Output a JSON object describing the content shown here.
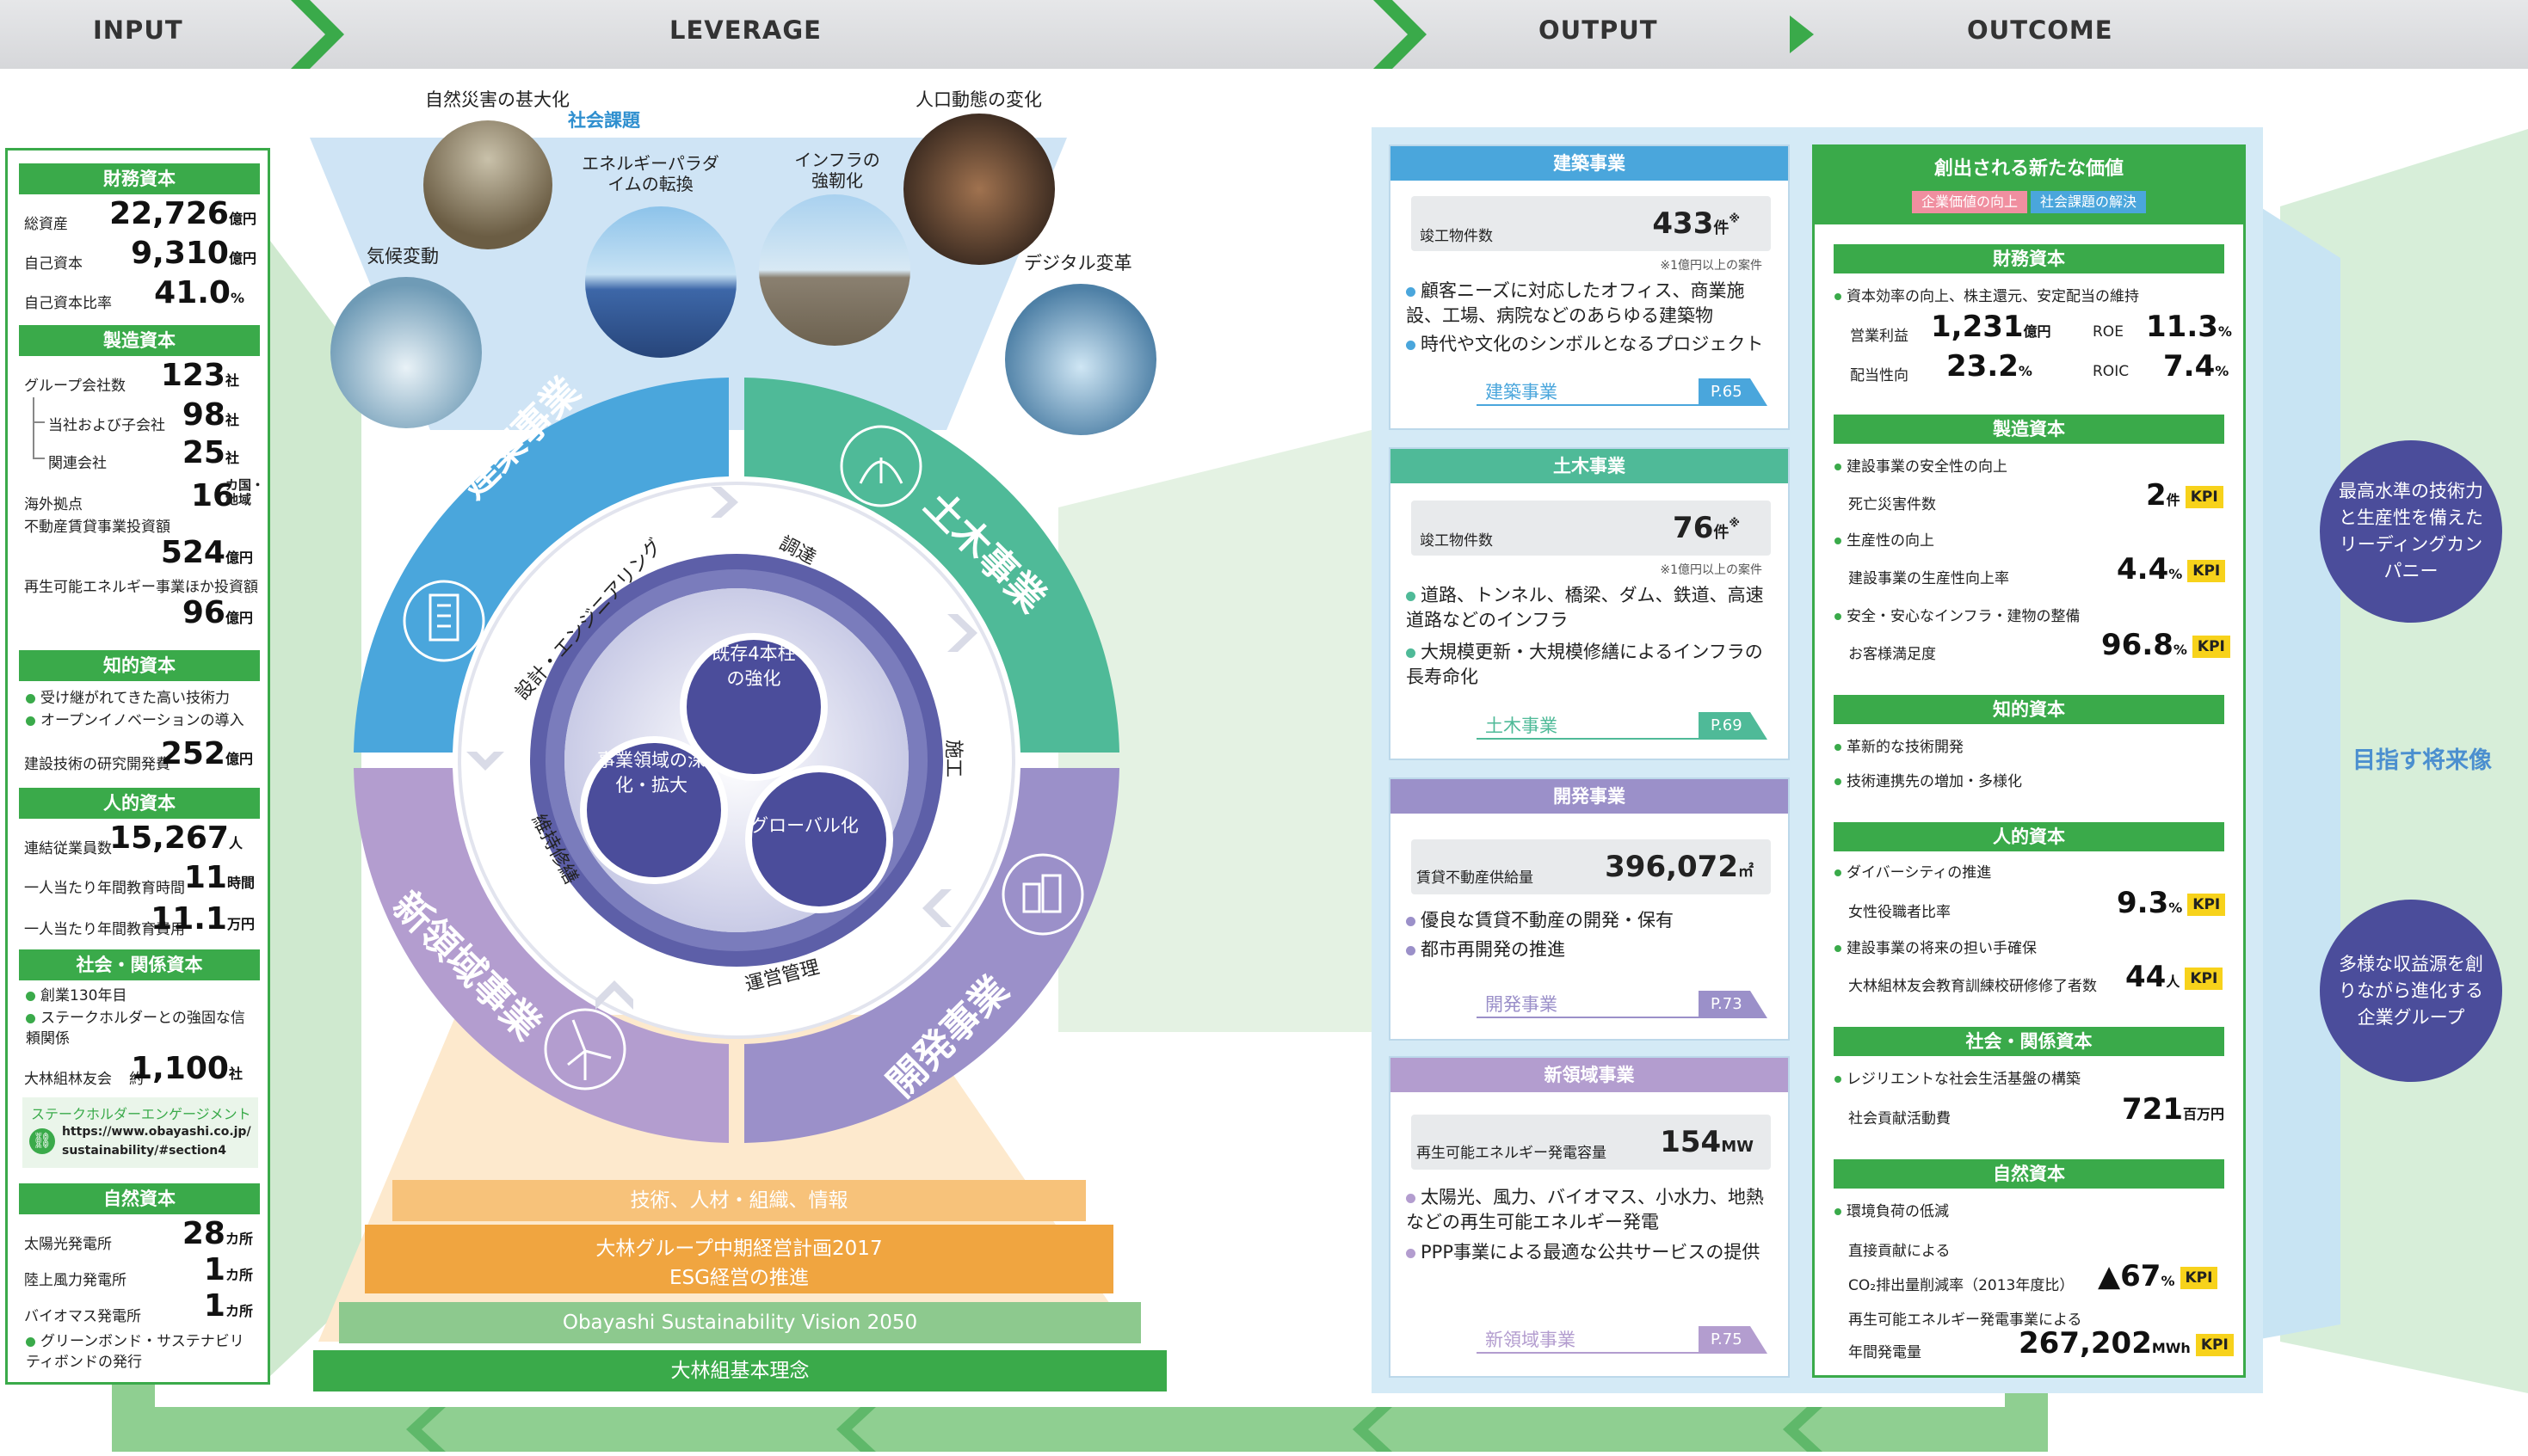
{
  "header": {
    "input": "INPUT",
    "leverage": "LEVERAGE",
    "output": "OUTPUT",
    "outcome": "OUTCOME"
  },
  "colors": {
    "green": "#3aaa4a",
    "blue": "#4aa6dc",
    "teal": "#4fba98",
    "purple": "#9b90c9",
    "navy": "#4b4d9b",
    "kpi": "#f7d21b"
  },
  "input": {
    "financial": {
      "title": "財務資本",
      "rows": [
        {
          "label": "総資産",
          "value": "22,726",
          "unit": "億円"
        },
        {
          "label": "自己資本",
          "value": "9,310",
          "unit": "億円"
        },
        {
          "label": "自己資本比率",
          "value": "41.0",
          "unit": "%"
        }
      ]
    },
    "manufactured": {
      "title": "製造資本",
      "rows": [
        {
          "label": "グループ会社数",
          "value": "123",
          "unit": "社"
        },
        {
          "label": "当社および子会社",
          "value": "98",
          "unit": "社"
        },
        {
          "label": "関連会社",
          "value": "25",
          "unit": "社"
        },
        {
          "label": "海外拠点",
          "value": "16",
          "unit": "カ国・地域"
        },
        {
          "label": "不動産賃貸事業投資額",
          "value": "524",
          "unit": "億円"
        },
        {
          "label": "再生可能エネルギー事業ほか投資額",
          "value": "96",
          "unit": "億円"
        }
      ]
    },
    "intellectual": {
      "title": "知的資本",
      "bullets": [
        "受け継がれてきた高い技術力",
        "オープンイノベーションの導入"
      ],
      "rows": [
        {
          "label": "建設技術の研究開発費",
          "value": "252",
          "unit": "億円"
        }
      ]
    },
    "human": {
      "title": "人的資本",
      "rows": [
        {
          "label": "連結従業員数",
          "value": "15,267",
          "unit": "人"
        },
        {
          "label": "一人当たり年間教育時間",
          "value": "11",
          "unit": "時間"
        },
        {
          "label": "一人当たり年間教育費用",
          "value": "11.1",
          "unit": "万円"
        }
      ]
    },
    "social": {
      "title": "社会・関係資本",
      "bullets": [
        "創業130年目",
        "ステークホルダーとの強固な信頼関係"
      ],
      "rows": [
        {
          "label": "大林組林友会",
          "prefix": "約",
          "value": "1,100",
          "unit": "社"
        }
      ],
      "link_title": "ステークホルダーエンゲージメント",
      "link_url1": "https://www.obayashi.co.jp/",
      "link_url2": "sustainability/#section4"
    },
    "natural": {
      "title": "自然資本",
      "rows": [
        {
          "label": "太陽光発電所",
          "value": "28",
          "unit": "カ所"
        },
        {
          "label": "陸上風力発電所",
          "value": "1",
          "unit": "カ所"
        },
        {
          "label": "バイオマス発電所",
          "value": "1",
          "unit": "カ所"
        }
      ],
      "bullets": [
        "グリーンボンド・サステナビリティボンドの発行"
      ]
    }
  },
  "leverage": {
    "social_issues": "社会課題",
    "topics": [
      "自然災害の甚大化",
      "エネルギーパラダイムの転換",
      "インフラの強靭化",
      "人口動態の変化",
      "気候変動",
      "デジタル変革"
    ],
    "segments": [
      "建築事業",
      "土木事業",
      "開発事業",
      "新領域事業"
    ],
    "processes": [
      "設計・エンジニアリング",
      "調達",
      "施工",
      "運営管理",
      "維持修繕"
    ],
    "gears": [
      "既存4本柱の強化",
      "事業領域の深化・拡大",
      "グローバル化"
    ],
    "foundation": [
      "技術、人材・組織、情報",
      "大林グループ中期経営計画2017",
      "ESG経営の推進",
      "Obayashi Sustainability Vision 2050",
      "大林組基本理念"
    ]
  },
  "output": {
    "building": {
      "title": "建築事業",
      "metric_label": "竣工物件数",
      "metric_value": "433",
      "metric_unit": "件",
      "note": "※1億円以上の案件",
      "bullets": [
        "顧客ニーズに対応したオフィス、商業施設、工場、病院などのあらゆる建築物",
        "時代や文化のシンボルとなるプロジェクト"
      ],
      "link": "建築事業",
      "page": "P.65"
    },
    "civil": {
      "title": "土木事業",
      "metric_label": "竣工物件数",
      "metric_value": "76",
      "metric_unit": "件",
      "note": "※1億円以上の案件",
      "bullets": [
        "道路、トンネル、橋梁、ダム、鉄道、高速道路などのインフラ",
        "大規模更新・大規模修繕によるインフラの長寿命化"
      ],
      "link": "土木事業",
      "page": "P.69"
    },
    "development": {
      "title": "開発事業",
      "metric_label": "賃貸不動産供給量",
      "metric_value": "396,072",
      "metric_unit": "㎡",
      "bullets": [
        "優良な賃貸不動産の開発・保有",
        "都市再開発の推進"
      ],
      "link": "開発事業",
      "page": "P.73"
    },
    "new": {
      "title": "新領域事業",
      "metric_label": "再生可能エネルギー発電容量",
      "metric_value": "154",
      "metric_unit": "MW",
      "bullets": [
        "太陽光、風力、バイオマス、小水力、地熱などの再生可能エネルギー発電",
        "PPP事業による最適な公共サービスの提供"
      ],
      "link": "新領域事業",
      "page": "P.75"
    }
  },
  "outcome": {
    "title": "創出される新たな価値",
    "tag1": "企業価値の向上",
    "tag2": "社会課題の解決",
    "financial": {
      "title": "財務資本",
      "bullet": "資本効率の向上、株主還元、安定配当の維持",
      "op_label": "営業利益",
      "op_value": "1,231",
      "op_unit": "億円",
      "roe_label": "ROE",
      "roe_value": "11.3",
      "roe_unit": "%",
      "payout_label": "配当性向",
      "payout_value": "23.2",
      "payout_unit": "%",
      "roic_label": "ROIC",
      "roic_value": "7.4",
      "roic_unit": "%"
    },
    "manufactured": {
      "title": "製造資本",
      "b1": "建設事業の安全性の向上",
      "r1_label": "死亡災害件数",
      "r1_value": "2",
      "r1_unit": "件",
      "b2": "生産性の向上",
      "r2_label": "建設事業の生産性向上率",
      "r2_value": "4.4",
      "r2_unit": "%",
      "b3": "安全・安心なインフラ・建物の整備",
      "r3_label": "お客様満足度",
      "r3_value": "96.8",
      "r3_unit": "%"
    },
    "intellectual": {
      "title": "知的資本",
      "b1": "革新的な技術開発",
      "b2": "技術連携先の増加・多様化"
    },
    "human": {
      "title": "人的資本",
      "b1": "ダイバーシティの推進",
      "r1_label": "女性役職者比率",
      "r1_value": "9.3",
      "r1_unit": "%",
      "b2": "建設事業の将来の担い手確保",
      "r2_label": "大林組林友会教育訓練校研修修了者数",
      "r2_value": "44",
      "r2_unit": "人"
    },
    "social": {
      "title": "社会・関係資本",
      "b1": "レジリエントな社会生活基盤の構築",
      "r1_label": "社会貢献活動費",
      "r1_value": "721",
      "r1_unit": "百万円"
    },
    "natural": {
      "title": "自然資本",
      "b1": "環境負荷の低減",
      "r1_label": "直接貢献による",
      "r1b_label": "CO₂排出量削減率（2013年度比）",
      "r1_value": "▲67",
      "r1_unit": "%",
      "r2_label": "再生可能エネルギー発電事業による",
      "r2b_label": "年間発電量",
      "r2_value": "267,202",
      "r2_unit": "MWh"
    },
    "kpi": "KPI",
    "future": "目指す将来像",
    "vision1": "最高水準の技術力と生産性を備えたリーディングカンパニー",
    "vision2": "多様な収益源を創りながら進化する企業グループ"
  }
}
